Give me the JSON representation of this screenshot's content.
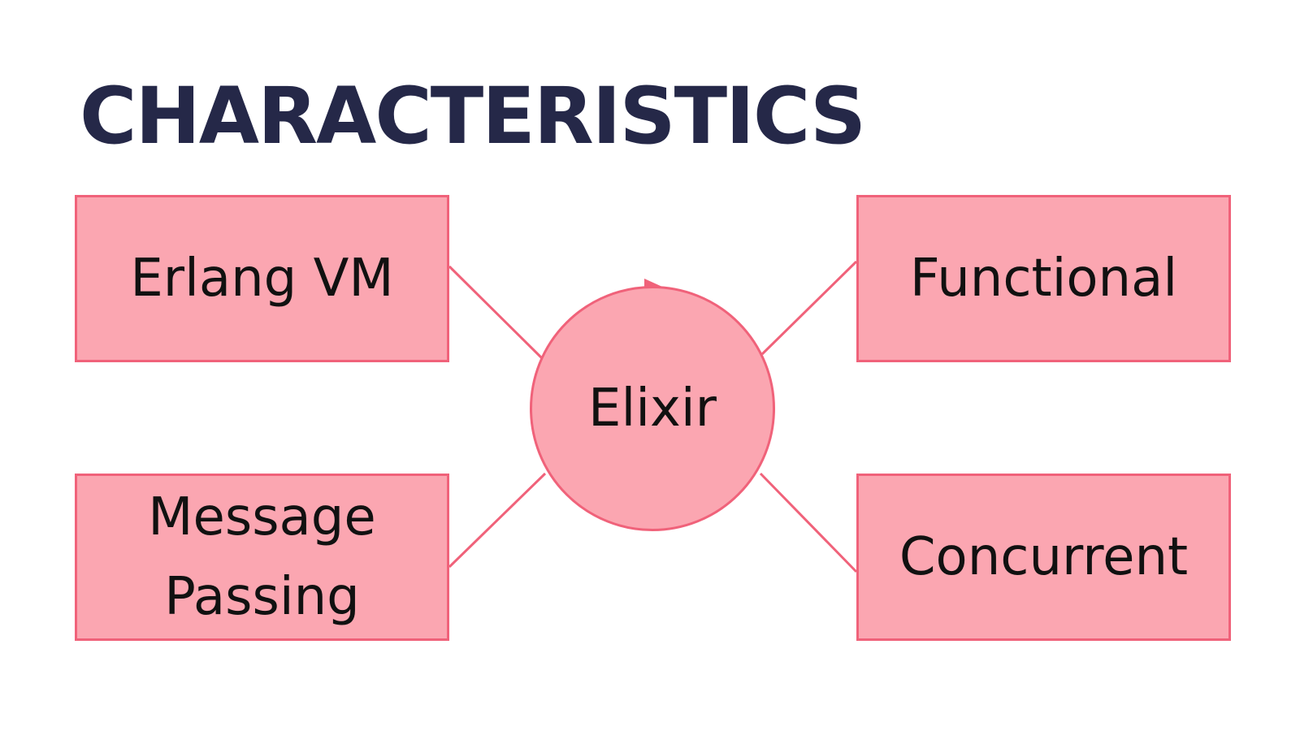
{
  "title": "CHARACTERISTICS",
  "diagram": {
    "center": {
      "label": "Elixir"
    },
    "nodes": [
      {
        "id": "erlang-vm",
        "label": "Erlang VM"
      },
      {
        "id": "functional",
        "label": "Functional"
      },
      {
        "id": "message-passing",
        "label": "Message\nPassing"
      },
      {
        "id": "concurrent",
        "label": "Concurrent"
      }
    ]
  },
  "colors": {
    "title": "#252848",
    "node_fill": "#fba6b1",
    "node_border": "#f0627a",
    "connector": "#f0627a",
    "text": "#111111"
  }
}
